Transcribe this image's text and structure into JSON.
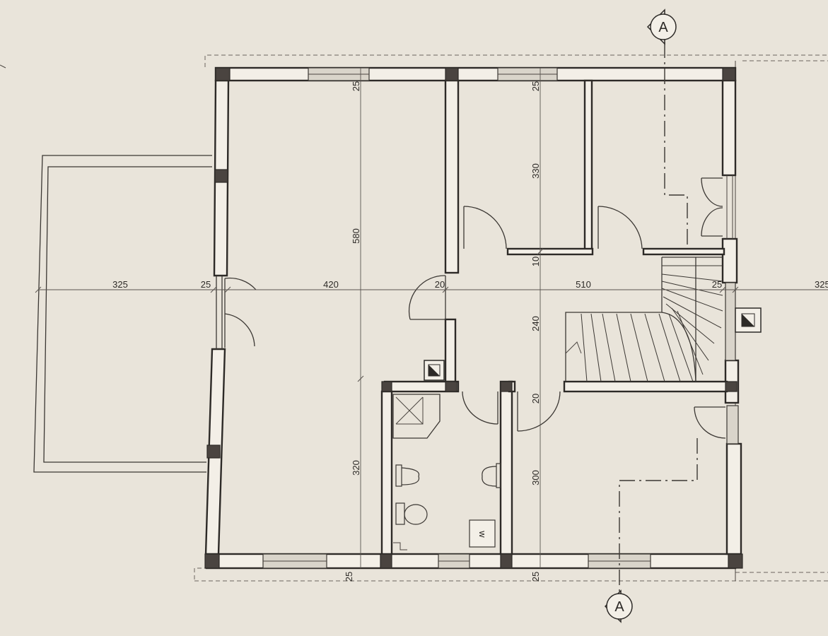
{
  "section_marker": "A",
  "dimensions": {
    "terrace_width": "325",
    "west_wall": "25",
    "living_width": "420",
    "hall_width": "510",
    "east_wall": "25",
    "right_terrace": "325",
    "door_left": "20",
    "living_depth": "580",
    "top_wall_a": "25",
    "top_wall_b": "25",
    "room_depth": "330",
    "partition": "10",
    "hall_depth": "240",
    "bath_partition": "20",
    "lower_left_depth": "320",
    "lower_right_depth": "300",
    "bottom_wall_a": "25",
    "bottom_wall_b": "25"
  },
  "wm_label": "w"
}
